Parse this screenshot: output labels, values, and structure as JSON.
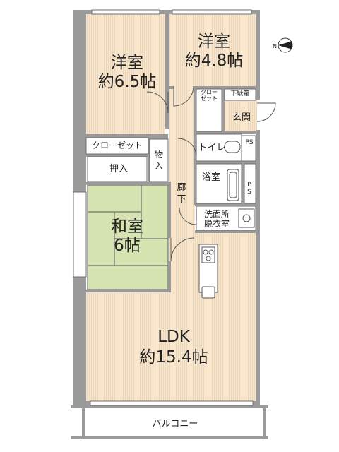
{
  "rooms": {
    "western_room_a": {
      "name": "洋室",
      "size": "約6.5帖"
    },
    "western_room_b": {
      "name": "洋室",
      "size": "約4.8帖"
    },
    "japanese_room": {
      "name": "和室",
      "size": "6帖"
    },
    "ldk": {
      "name": "LDK",
      "size": "約15.4帖"
    }
  },
  "labels": {
    "closet_small": "クロー\nゼット",
    "shoe_cabinet": "下駄箱",
    "entrance": "玄関",
    "closet": "クローゼット",
    "storage_closet": "物入",
    "toilet": "トイレ",
    "pipe_space_1": "PS",
    "pipe_space_2": "PS",
    "oshiire": "押入",
    "bathroom": "浴室",
    "hallway": "廊下",
    "washroom": "洗面所\n脱衣室",
    "balcony": "バルコニー"
  },
  "compass": {
    "north": "N"
  },
  "colors": {
    "floor": "#f3e1c6",
    "tatami": "#d6e4b2",
    "wall": "#9a9a9a",
    "wet_area": "#ffffff"
  }
}
